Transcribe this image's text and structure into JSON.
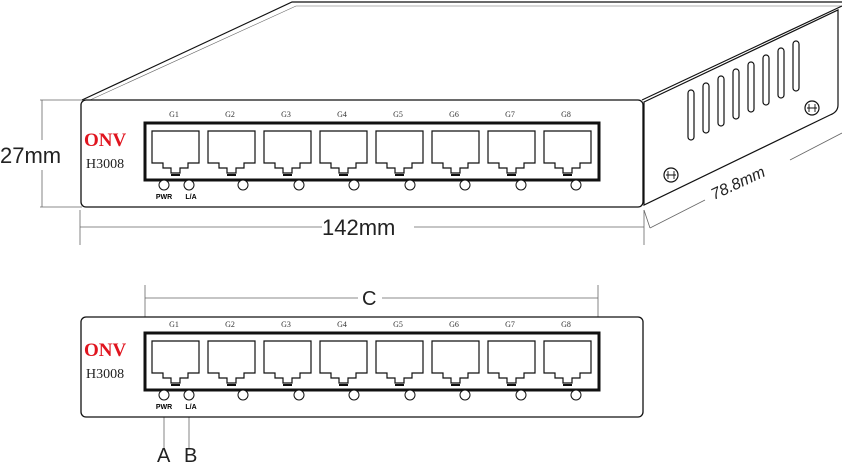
{
  "brand": {
    "logo": "ONV",
    "model": "H3008",
    "logo_color": "#e0141e"
  },
  "ports": [
    "G1",
    "G2",
    "G3",
    "G4",
    "G5",
    "G6",
    "G7",
    "G8"
  ],
  "led_labels": {
    "pwr": "PWR",
    "la": "L/A"
  },
  "dimensions": {
    "height": "27mm",
    "width": "142mm",
    "depth": "78.8mm"
  },
  "callouts": {
    "a": "A",
    "b": "B",
    "c": "C"
  }
}
